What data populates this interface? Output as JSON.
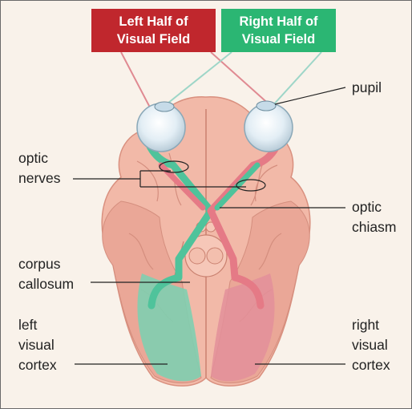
{
  "banners": {
    "left": [
      "Left Half of",
      "Visual Field"
    ],
    "right": [
      "Right Half of",
      "Visual Field"
    ]
  },
  "labels": {
    "pupil": "pupil",
    "optic_nerves": [
      "optic",
      "nerves"
    ],
    "optic_chiasm": [
      "optic",
      "chiasm"
    ],
    "corpus_callosum": [
      "corpus",
      "callosum"
    ],
    "left_visual_cortex": [
      "left",
      "visual",
      "cortex"
    ],
    "right_visual_cortex": [
      "right",
      "visual",
      "cortex"
    ]
  },
  "colors": {
    "left_field": "#c0272d",
    "right_field": "#2bb673",
    "left_pathway": "#4fc39b",
    "right_pathway": "#e57a86",
    "brain": "#f2b9a8"
  }
}
